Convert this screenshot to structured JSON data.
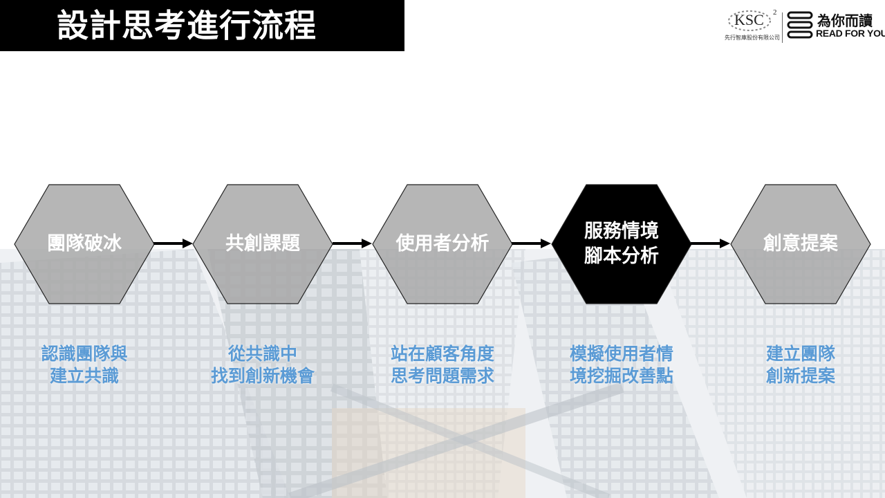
{
  "title": "設計思考進行流程",
  "logos": {
    "ksc": {
      "name": "KSC",
      "sup": "2",
      "subtitle": "先行智庫股份有限公司"
    },
    "rfy": {
      "chinese": "為你而讀",
      "english": "READ FOR YOU"
    }
  },
  "steps": [
    {
      "label": "團隊破冰",
      "description": "認識團隊與\n建立共識",
      "highlighted": false
    },
    {
      "label": "共創課題",
      "description": "從共識中\n找到創新機會",
      "highlighted": false
    },
    {
      "label": "使用者分析",
      "description": "站在顧客角度\n思考問題需求",
      "highlighted": false
    },
    {
      "label": "服務情境\n腳本分析",
      "description": "模擬使用者情\n境挖掘改善點",
      "highlighted": true
    },
    {
      "label": "創意提案",
      "description": "建立團隊\n創新提案",
      "highlighted": false
    }
  ],
  "colors": {
    "hex_default": "#a6a6a6",
    "hex_highlight": "#000000",
    "description_text": "#5b9bd5",
    "title_bar": "#000000"
  }
}
